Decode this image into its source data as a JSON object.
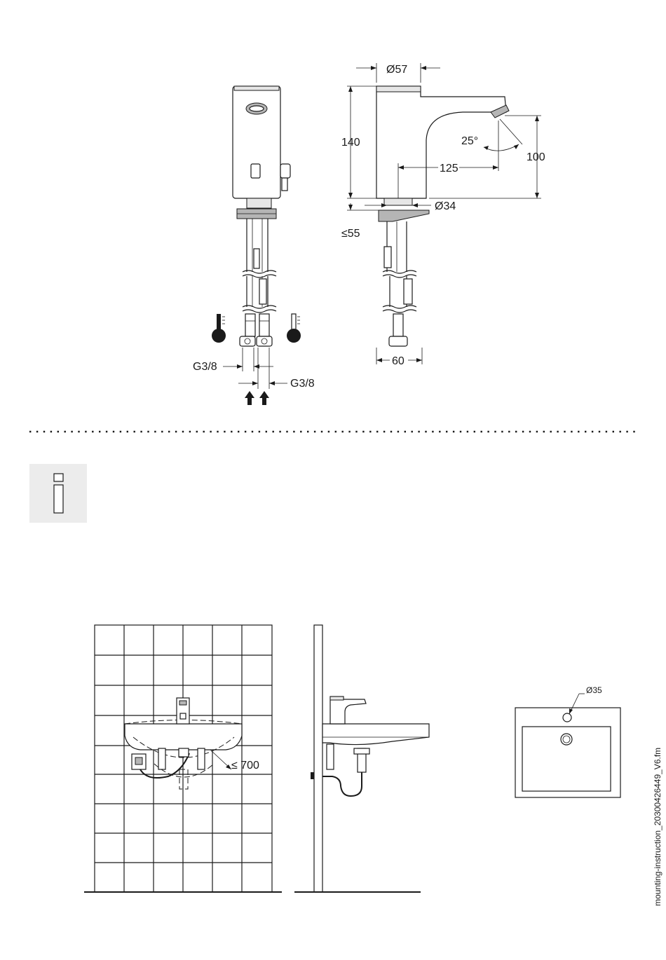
{
  "dimensions": {
    "top_width": "Ø57",
    "height": "140",
    "spout_angle": "25°",
    "spout_reach": "125",
    "outlet_height": "100",
    "shank_diameter": "Ø34",
    "max_thickness": "≤55",
    "base_width": "60",
    "connection_left": "G3/8",
    "connection_right": "G3/8"
  },
  "install": {
    "max_height": "≤ 700",
    "hole_diameter": "Ø35"
  },
  "footer": {
    "filename": "mounting-instruction_20300426449_V6.fm"
  },
  "icons": {
    "info": "info-icon",
    "hot": "hot-thermometer-icon",
    "cold": "cold-thermometer-icon"
  },
  "colors": {
    "ink": "#1a1a1a",
    "info_box": "#ececec"
  }
}
